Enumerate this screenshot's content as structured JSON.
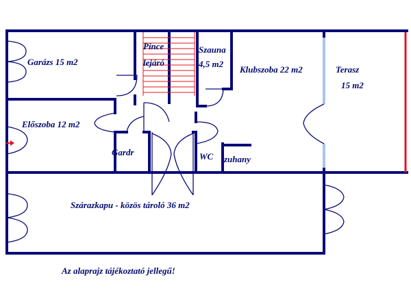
{
  "colors": {
    "wall": "#0a0a78",
    "window": "#a9c6e8",
    "terrace_edge": "#e0141e",
    "stairs": "#e0141e",
    "entry_arrow": "#e0141e",
    "text": "#000a6e"
  },
  "rooms": {
    "garazs": "Garázs 15 m2",
    "pince_line1": "Pince",
    "pince_line2": "lejáró",
    "szauna_line1": "Szauna",
    "szauna_line2": "4,5 m2",
    "klubszoba": "Klubszoba 22 m2",
    "terasz_line1": "Terasz",
    "terasz_line2": "15 m2",
    "eloszoba": "Előszoba 12 m2",
    "gardr": "Gardr",
    "wc": "WC",
    "zuhany": "zuhany",
    "szarazkapu": "Szárazkapu - közös tároló 36 m2"
  },
  "footnote": "Az alaprajz tájékoztató jellegű!",
  "icons": {
    "entry": "arrow-right-icon"
  }
}
